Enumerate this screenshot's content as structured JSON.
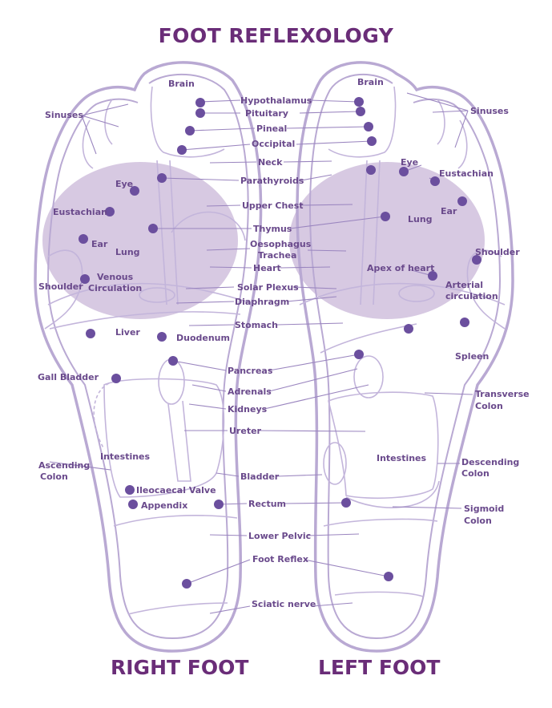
{
  "title": "FOOT REFLEXOLOGY",
  "feet": {
    "right": "RIGHT FOOT",
    "left": "LEFT FOOT"
  },
  "labels": {
    "center": [
      "Hypothalamus",
      "Pituitary",
      "Pineal",
      "Occipital",
      "Neck",
      "Parathyroids",
      "Upper Chest",
      "Thymus",
      "Oesophagus",
      "Trachea",
      "Heart",
      "Solar Plexus",
      "Diaphragm",
      "Stomach",
      "Pancreas",
      "Adrenals",
      "Kidneys",
      "Ureter",
      "Bladder",
      "Rectum",
      "Lower Pelvic",
      "Foot Reflex",
      "Sciatic nerve"
    ],
    "right": [
      "Brain",
      "Sinuses",
      "Eye",
      "Eustachian",
      "Ear",
      "Lung",
      "Shoulder",
      "Venous",
      "Circulation",
      "Liver",
      "Duodenum",
      "Gall Bladder",
      "Intestines",
      "Ascending",
      "Colon",
      "Ileocaecal Valve",
      "Appendix"
    ],
    "left": [
      "Brain",
      "Sinuses",
      "Eye",
      "Eustachian",
      "Ear",
      "Lung",
      "Shoulder",
      "Apex of heart",
      "Arterial",
      "circulation",
      "Spleen",
      "Transverse",
      "Colon",
      "Intestines",
      "Descending",
      "Colon",
      "Sigmoid",
      "Colon"
    ]
  },
  "colors": {
    "title": "#6a2d78",
    "label": "#6a4a8c",
    "dot": "#6b4f9e",
    "outline": "#b9a9d3",
    "zone": "#cab7d8"
  }
}
